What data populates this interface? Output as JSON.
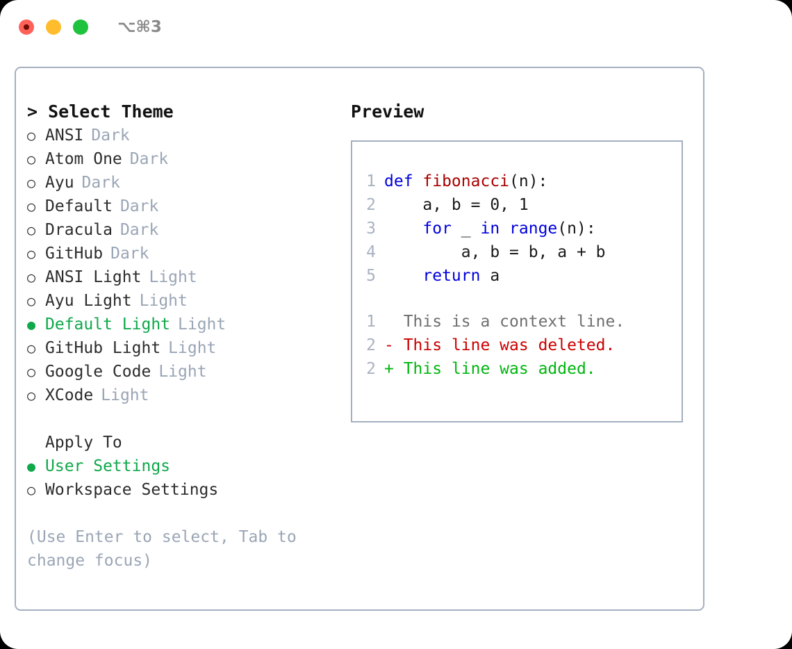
{
  "titlebar": {
    "shortcut": "⌥⌘3",
    "buttons": [
      {
        "name": "close",
        "color": "#ff6159"
      },
      {
        "name": "minimize",
        "color": "#ffbd2e"
      },
      {
        "name": "zoom",
        "color": "#1fc23c"
      }
    ]
  },
  "theme_picker": {
    "header": "> Select Theme",
    "items": [
      {
        "marker": "○",
        "label": "ANSI",
        "badge": "Dark",
        "selected": false
      },
      {
        "marker": "○",
        "label": "Atom One",
        "badge": "Dark",
        "selected": false
      },
      {
        "marker": "○",
        "label": "Ayu",
        "badge": "Dark",
        "selected": false
      },
      {
        "marker": "○",
        "label": "Default",
        "badge": "Dark",
        "selected": false
      },
      {
        "marker": "○",
        "label": "Dracula",
        "badge": "Dark",
        "selected": false
      },
      {
        "marker": "○",
        "label": "GitHub",
        "badge": "Dark",
        "selected": false
      },
      {
        "marker": "○",
        "label": "ANSI Light",
        "badge": "Light",
        "selected": false
      },
      {
        "marker": "○",
        "label": "Ayu Light",
        "badge": "Light",
        "selected": false
      },
      {
        "marker": "●",
        "label": "Default Light",
        "badge": "Light",
        "selected": true
      },
      {
        "marker": "○",
        "label": "GitHub Light",
        "badge": "Light",
        "selected": false
      },
      {
        "marker": "○",
        "label": "Google Code",
        "badge": "Light",
        "selected": false
      },
      {
        "marker": "○",
        "label": "XCode",
        "badge": "Light",
        "selected": false
      }
    ]
  },
  "apply_to": {
    "header": "Apply To",
    "items": [
      {
        "marker": "●",
        "label": "User Settings",
        "selected": true
      },
      {
        "marker": "○",
        "label": "Workspace Settings",
        "selected": false
      }
    ]
  },
  "hint": "(Use Enter to select, Tab to change focus)",
  "preview": {
    "title": "Preview",
    "code_lines": [
      {
        "number": "1",
        "tokens": [
          {
            "text": "def ",
            "kind": "kw"
          },
          {
            "text": "fibonacci",
            "kind": "fn"
          },
          {
            "text": "(n):",
            "kind": "plain"
          }
        ]
      },
      {
        "number": "2",
        "tokens": [
          {
            "text": "    a, b = 0, 1",
            "kind": "plain"
          }
        ]
      },
      {
        "number": "3",
        "tokens": [
          {
            "text": "    ",
            "kind": "plain"
          },
          {
            "text": "for",
            "kind": "kw"
          },
          {
            "text": " _ ",
            "kind": "plain"
          },
          {
            "text": "in ",
            "kind": "kw"
          },
          {
            "text": "range",
            "kind": "kw"
          },
          {
            "text": "(n):",
            "kind": "plain"
          }
        ]
      },
      {
        "number": "4",
        "tokens": [
          {
            "text": "        a, b = b, a + b",
            "kind": "plain"
          }
        ]
      },
      {
        "number": "5",
        "tokens": [
          {
            "text": "    ",
            "kind": "plain"
          },
          {
            "text": "return",
            "kind": "kw"
          },
          {
            "text": " a",
            "kind": "plain"
          }
        ]
      }
    ],
    "diff_lines": [
      {
        "number": "1",
        "sign": "  ",
        "text": "This is a context line.",
        "kind": "context"
      },
      {
        "number": "2",
        "sign": "- ",
        "text": "This line was deleted.",
        "kind": "del"
      },
      {
        "number": "2",
        "sign": "+ ",
        "text": "This line was added.",
        "kind": "add"
      }
    ]
  },
  "colors": {
    "accent_selected": "#0fa84a",
    "muted_text": "#9aa5b5",
    "border": "#a4afc0",
    "keyword": "#0000dd",
    "function": "#aa0000",
    "diff_added": "#00b50e",
    "diff_deleted": "#cc0000",
    "line_number": "#a8b2c0"
  }
}
